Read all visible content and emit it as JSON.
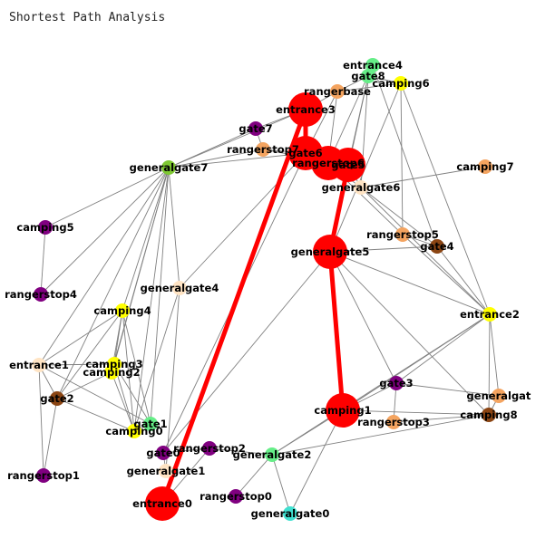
{
  "title": "Shortest Path Analysis",
  "colors": {
    "edge": "#808080",
    "path": "#ff0000",
    "label": "#000000",
    "background": "#ffffff"
  },
  "nodes": [
    {
      "id": "entrance4",
      "label": "entrance4",
      "color": "#66ee88",
      "on_path": false
    },
    {
      "id": "gate8",
      "label": "gate8",
      "color": "#66ee88",
      "on_path": false
    },
    {
      "id": "camping6",
      "label": "camping6",
      "color": "#ffff00",
      "on_path": false
    },
    {
      "id": "rangerbase",
      "label": "rangerbase",
      "color": "#f4a460",
      "on_path": false
    },
    {
      "id": "entrance3",
      "label": "entrance3",
      "color": "#ff0000",
      "on_path": true
    },
    {
      "id": "gate7",
      "label": "gate7",
      "color": "#800080",
      "on_path": false
    },
    {
      "id": "rangerstop7",
      "label": "rangerstop7",
      "color": "#f4a460",
      "on_path": false
    },
    {
      "id": "gate6",
      "label": "gate6",
      "color": "#ff0000",
      "on_path": true
    },
    {
      "id": "rangerstop6",
      "label": "rangerstop6",
      "color": "#ff0000",
      "on_path": true
    },
    {
      "id": "gate5",
      "label": "gate5",
      "color": "#ff0000",
      "on_path": true
    },
    {
      "id": "generalgate7",
      "label": "generalgate7",
      "color": "#7ec832",
      "on_path": false
    },
    {
      "id": "camping7",
      "label": "camping7",
      "color": "#f4a460",
      "on_path": false
    },
    {
      "id": "generalgate6",
      "label": "generalgate6",
      "color": "#ffe4c4",
      "on_path": false
    },
    {
      "id": "camping5",
      "label": "camping5",
      "color": "#800080",
      "on_path": false
    },
    {
      "id": "rangerstop5",
      "label": "rangerstop5",
      "color": "#f4a460",
      "on_path": false
    },
    {
      "id": "gate4",
      "label": "gate4",
      "color": "#8b4513",
      "on_path": false
    },
    {
      "id": "generalgate5",
      "label": "generalgate5",
      "color": "#ff0000",
      "on_path": true
    },
    {
      "id": "rangerstop4",
      "label": "rangerstop4",
      "color": "#800080",
      "on_path": false
    },
    {
      "id": "generalgate4",
      "label": "generalgate4",
      "color": "#ffe4c4",
      "on_path": false
    },
    {
      "id": "camping4",
      "label": "camping4",
      "color": "#ffff00",
      "on_path": false
    },
    {
      "id": "entrance2",
      "label": "entrance2",
      "color": "#ffff00",
      "on_path": false
    },
    {
      "id": "entrance1",
      "label": "entrance1",
      "color": "#ffe4c4",
      "on_path": false
    },
    {
      "id": "camping3",
      "label": "camping3",
      "color": "#ffff00",
      "on_path": false
    },
    {
      "id": "camping2",
      "label": "camping2",
      "color": "#ffff00",
      "on_path": false
    },
    {
      "id": "gate3",
      "label": "gate3",
      "color": "#800080",
      "on_path": false
    },
    {
      "id": "gate2",
      "label": "gate2",
      "color": "#8b4513",
      "on_path": false
    },
    {
      "id": "generalgate3",
      "label": "generalgat",
      "color": "#f4a460",
      "on_path": false
    },
    {
      "id": "camping1",
      "label": "camping1",
      "color": "#ff0000",
      "on_path": true
    },
    {
      "id": "camping8",
      "label": "camping8",
      "color": "#8b4513",
      "on_path": false
    },
    {
      "id": "rangerstop3",
      "label": "rangerstop3",
      "color": "#f4a460",
      "on_path": false
    },
    {
      "id": "gate1",
      "label": "gate1",
      "color": "#66ee88",
      "on_path": false
    },
    {
      "id": "camping0",
      "label": "camping0",
      "color": "#ffff00",
      "on_path": false
    },
    {
      "id": "gate0",
      "label": "gate0",
      "color": "#800080",
      "on_path": false
    },
    {
      "id": "rangerstop2",
      "label": "rangerstop2",
      "color": "#800080",
      "on_path": false
    },
    {
      "id": "generalgate2",
      "label": "generalgate2",
      "color": "#66ee88",
      "on_path": false
    },
    {
      "id": "rangerstop1",
      "label": "rangerstop1",
      "color": "#800080",
      "on_path": false
    },
    {
      "id": "generalgate1",
      "label": "generalgate1",
      "color": "#ffe4c4",
      "on_path": false
    },
    {
      "id": "rangerstop0",
      "label": "rangerstop0",
      "color": "#800080",
      "on_path": false
    },
    {
      "id": "entrance0",
      "label": "entrance0",
      "color": "#ff0000",
      "on_path": true
    },
    {
      "id": "generalgate0",
      "label": "generalgate0",
      "color": "#40e0d0",
      "on_path": false
    }
  ],
  "edges": [
    [
      "entrance0",
      "entrance3"
    ],
    [
      "entrance3",
      "gate6"
    ],
    [
      "gate6",
      "rangerstop6"
    ],
    [
      "rangerstop6",
      "gate5"
    ],
    [
      "gate5",
      "generalgate5"
    ],
    [
      "generalgate5",
      "camping1"
    ],
    [
      "entrance3",
      "rangerbase"
    ],
    [
      "entrance3",
      "gate7"
    ],
    [
      "entrance3",
      "generalgate7"
    ],
    [
      "entrance4",
      "gate8"
    ],
    [
      "gate8",
      "camping6"
    ],
    [
      "gate8",
      "rangerbase"
    ],
    [
      "gate8",
      "generalgate6"
    ],
    [
      "gate8",
      "gate5"
    ],
    [
      "gate8",
      "generalgate5"
    ],
    [
      "camping6",
      "rangerbase"
    ],
    [
      "camping6",
      "generalgate5"
    ],
    [
      "camping6",
      "entrance2"
    ],
    [
      "camping6",
      "rangerstop5"
    ],
    [
      "entrance4",
      "rangerstop6"
    ],
    [
      "entrance4",
      "gate4"
    ],
    [
      "rangerbase",
      "gate6"
    ],
    [
      "rangerbase",
      "rangerstop6"
    ],
    [
      "gate7",
      "rangerstop7"
    ],
    [
      "gate7",
      "generalgate7"
    ],
    [
      "rangerstop7",
      "generalgate7"
    ],
    [
      "rangerstop7",
      "gate6"
    ],
    [
      "rangerstop7",
      "gate5"
    ],
    [
      "gate6",
      "generalgate7"
    ],
    [
      "gate6",
      "gate0"
    ],
    [
      "gate6",
      "generalgate4"
    ],
    [
      "gate5",
      "generalgate6"
    ],
    [
      "generalgate6",
      "camping7"
    ],
    [
      "generalgate6",
      "gate4"
    ],
    [
      "generalgate6",
      "entrance2"
    ],
    [
      "rangerstop6",
      "generalgate6"
    ],
    [
      "rangerstop6",
      "rangerstop5"
    ],
    [
      "generalgate7",
      "camping4"
    ],
    [
      "generalgate7",
      "camping3"
    ],
    [
      "generalgate7",
      "camping2"
    ],
    [
      "generalgate7",
      "gate2"
    ],
    [
      "generalgate7",
      "rangerstop4"
    ],
    [
      "generalgate7",
      "entrance1"
    ],
    [
      "generalgate7",
      "gate1"
    ],
    [
      "generalgate7",
      "camping0"
    ],
    [
      "generalgate7",
      "generalgate4"
    ],
    [
      "camping5",
      "rangerstop4"
    ],
    [
      "camping5",
      "generalgate7"
    ],
    [
      "rangerstop5",
      "gate4"
    ],
    [
      "rangerstop5",
      "entrance2"
    ],
    [
      "gate4",
      "generalgate5"
    ],
    [
      "gate4",
      "entrance2"
    ],
    [
      "generalgate5",
      "gate0"
    ],
    [
      "generalgate5",
      "gate3"
    ],
    [
      "generalgate5",
      "entrance2"
    ],
    [
      "generalgate5",
      "camping8"
    ],
    [
      "generalgate4",
      "camping0"
    ],
    [
      "generalgate4",
      "generalgate1"
    ],
    [
      "camping4",
      "entrance1"
    ],
    [
      "camping4",
      "camping3"
    ],
    [
      "camping4",
      "camping2"
    ],
    [
      "camping4",
      "gate2"
    ],
    [
      "camping4",
      "gate1"
    ],
    [
      "camping4",
      "camping0"
    ],
    [
      "entrance1",
      "camping3"
    ],
    [
      "entrance1",
      "gate2"
    ],
    [
      "entrance1",
      "gate1"
    ],
    [
      "entrance1",
      "rangerstop1"
    ],
    [
      "camping3",
      "camping2"
    ],
    [
      "camping3",
      "gate1"
    ],
    [
      "camping3",
      "camping0"
    ],
    [
      "camping2",
      "gate2"
    ],
    [
      "camping2",
      "camping0"
    ],
    [
      "gate2",
      "camping0"
    ],
    [
      "gate2",
      "rangerstop1"
    ],
    [
      "gate1",
      "camping0"
    ],
    [
      "gate0",
      "rangerstop2"
    ],
    [
      "gate0",
      "generalgate1"
    ],
    [
      "rangerstop2",
      "generalgate2"
    ],
    [
      "rangerstop2",
      "entrance0"
    ],
    [
      "generalgate2",
      "rangerstop0"
    ],
    [
      "generalgate2",
      "camping1"
    ],
    [
      "generalgate2",
      "camping8"
    ],
    [
      "generalgate2",
      "entrance2"
    ],
    [
      "generalgate2",
      "generalgate0"
    ],
    [
      "generalgate0",
      "camping1"
    ],
    [
      "camping1",
      "gate3"
    ],
    [
      "camping1",
      "camping8"
    ],
    [
      "camping1",
      "entrance2"
    ],
    [
      "gate3",
      "rangerstop3"
    ],
    [
      "gate3",
      "generalgate3"
    ],
    [
      "gate3",
      "entrance2"
    ],
    [
      "entrance2",
      "generalgate3"
    ],
    [
      "entrance2",
      "camping8"
    ],
    [
      "generalgate3",
      "camping8"
    ],
    [
      "rangerstop3",
      "camping8"
    ]
  ],
  "path": [
    "entrance0",
    "entrance3",
    "gate6",
    "rangerstop6",
    "gate5",
    "generalgate5",
    "camping1"
  ]
}
